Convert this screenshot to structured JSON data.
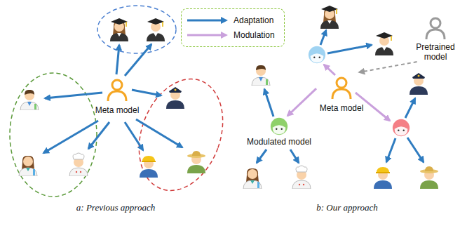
{
  "diagram": {
    "nodes": [
      {
        "text": [
          "Meta model"
        ]
      },
      {
        "text": [
          "Meta model"
        ]
      },
      {
        "text": [
          "Pretrained model"
        ]
      },
      {
        "text": [
          "Modulated model"
        ]
      }
    ],
    "edges": [
      {
        "from": 2,
        "to": 1,
        "arrow": "to"
      },
      {
        "from": 1,
        "to": 3,
        "arrow": "to"
      }
    ],
    "labels": [
      "a: Previous approach",
      "b: Our approach"
    ],
    "legend": [
      {
        "text": "Adaptation"
      },
      {
        "text": "Modulation"
      }
    ]
  }
}
